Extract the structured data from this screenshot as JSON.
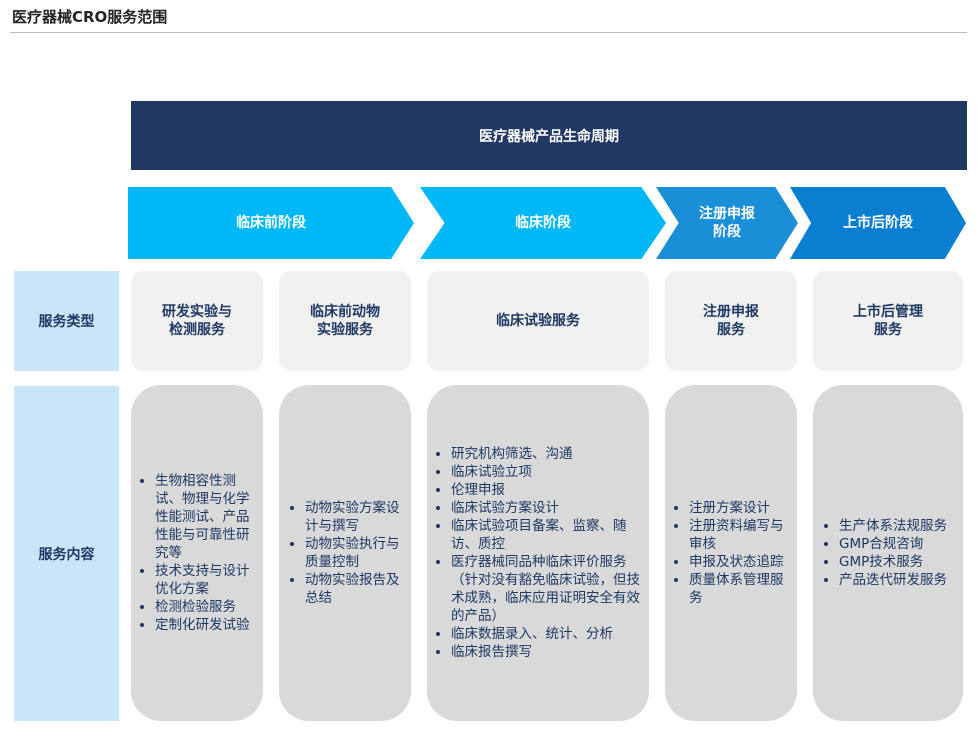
{
  "title": "医疗器械CRO服务范围",
  "banner": "医疗器械产品生命周期",
  "stages": [
    "临床前阶段",
    "临床阶段",
    "注册申报\n阶段",
    "上市后阶段"
  ],
  "row_labels": {
    "type": "服务类型",
    "content": "服务内容"
  },
  "types": [
    "研发实验与\n检测服务",
    "临床前动物\n实验服务",
    "临床试验服务",
    "注册申报\n服务",
    "上市后管理\n服务"
  ],
  "contents": [
    [
      "生物相容性测试、物理与化学性能测试、产品性能与可靠性研究等",
      "技术支持与设计优化方案",
      "检测检验服务",
      "定制化研发试验"
    ],
    [
      "动物实验方案设计与撰写",
      "动物实验执行与质量控制",
      "动物实验报告及总结"
    ],
    [
      "研究机构筛选、沟通",
      "临床试验立项",
      "伦理申报",
      "临床试验方案设计",
      "临床试验项目备案、监察、随访、质控",
      "医疗器械同品种临床评价服务（针对没有豁免临床试验，但技术成熟，临床应用证明安全有效的产品）",
      "临床数据录入、统计、分析",
      "临床报告撰写"
    ],
    [
      "注册方案设计",
      "注册资料编写与审核",
      "申报及状态追踪",
      "质量体系管理服务"
    ],
    [
      "生产体系法规服务",
      "GMP合规咨询",
      "GMP技术服务",
      "产品迭代研发服务"
    ]
  ],
  "colors": {
    "banner": "#1f3864",
    "stage1": "#00b8f5",
    "stage2": "#00b8f5",
    "stage3": "#1a8fd8",
    "stage4": "#0a7fd2"
  }
}
